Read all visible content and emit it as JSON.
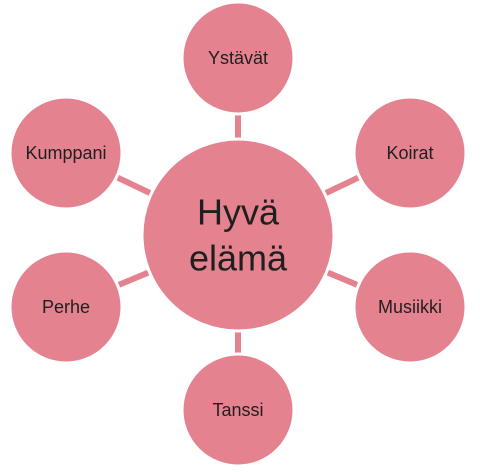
{
  "diagram": {
    "center": {
      "line1": "Hyvä",
      "line2": "elämä"
    },
    "nodes": [
      {
        "id": "ystavat",
        "label": "Ystävät"
      },
      {
        "id": "koirat",
        "label": "Koirat"
      },
      {
        "id": "musiikki",
        "label": "Musiikki"
      },
      {
        "id": "tanssi",
        "label": "Tanssi"
      },
      {
        "id": "perhe",
        "label": "Perhe"
      },
      {
        "id": "kumppani",
        "label": "Kumppani"
      }
    ],
    "colors": {
      "node_fill": "#e4828f",
      "connector": "#e4828f",
      "node_border": "#ffffff",
      "text": "#1f1f1f"
    }
  }
}
